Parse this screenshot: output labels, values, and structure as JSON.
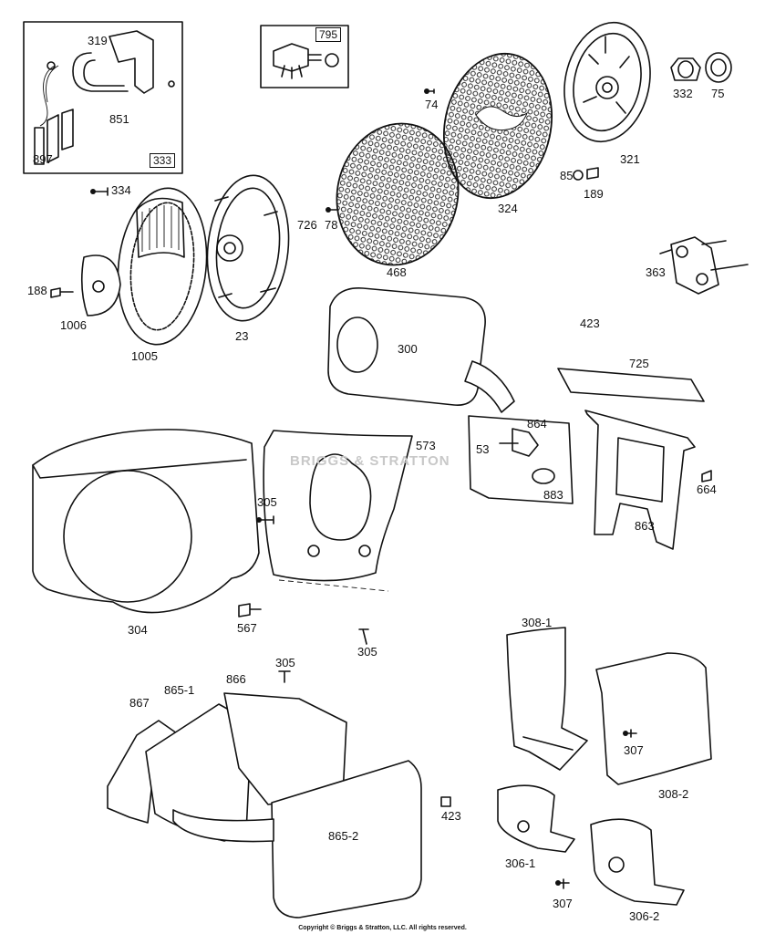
{
  "watermark": "BRIGGS & STRATTON",
  "copyright": "Copyright © Briggs & Stratton, LLC. All rights reserved.",
  "parts": [
    {
      "id": "319",
      "label": "319"
    },
    {
      "id": "851",
      "label": "851"
    },
    {
      "id": "897",
      "label": "897"
    },
    {
      "id": "333",
      "label": "333"
    },
    {
      "id": "795",
      "label": "795"
    },
    {
      "id": "74",
      "label": "74"
    },
    {
      "id": "332",
      "label": "332"
    },
    {
      "id": "75",
      "label": "75"
    },
    {
      "id": "321",
      "label": "321"
    },
    {
      "id": "85",
      "label": "85"
    },
    {
      "id": "189",
      "label": "189"
    },
    {
      "id": "324",
      "label": "324"
    },
    {
      "id": "334",
      "label": "334"
    },
    {
      "id": "726",
      "label": "726"
    },
    {
      "id": "78",
      "label": "78"
    },
    {
      "id": "468",
      "label": "468"
    },
    {
      "id": "363",
      "label": "363"
    },
    {
      "id": "188",
      "label": "188"
    },
    {
      "id": "1006",
      "label": "1006"
    },
    {
      "id": "1005",
      "label": "1005"
    },
    {
      "id": "23",
      "label": "23"
    },
    {
      "id": "300",
      "label": "300"
    },
    {
      "id": "423a",
      "label": "423"
    },
    {
      "id": "725",
      "label": "725"
    },
    {
      "id": "864",
      "label": "864"
    },
    {
      "id": "53",
      "label": "53"
    },
    {
      "id": "883",
      "label": "883"
    },
    {
      "id": "573",
      "label": "573"
    },
    {
      "id": "664",
      "label": "664"
    },
    {
      "id": "863",
      "label": "863"
    },
    {
      "id": "305a",
      "label": "305"
    },
    {
      "id": "304",
      "label": "304"
    },
    {
      "id": "567",
      "label": "567"
    },
    {
      "id": "305b",
      "label": "305"
    },
    {
      "id": "308-1",
      "label": "308-1"
    },
    {
      "id": "305c",
      "label": "305"
    },
    {
      "id": "866",
      "label": "866"
    },
    {
      "id": "865-1",
      "label": "865-1"
    },
    {
      "id": "867",
      "label": "867"
    },
    {
      "id": "307a",
      "label": "307"
    },
    {
      "id": "308-2",
      "label": "308-2"
    },
    {
      "id": "423b",
      "label": "423"
    },
    {
      "id": "865-2",
      "label": "865-2"
    },
    {
      "id": "306-1",
      "label": "306-1"
    },
    {
      "id": "307b",
      "label": "307"
    },
    {
      "id": "306-2",
      "label": "306-2"
    }
  ]
}
